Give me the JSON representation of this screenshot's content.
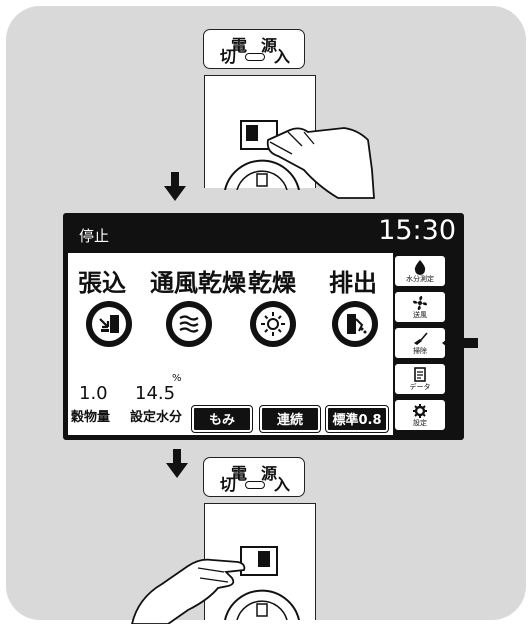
{
  "power_switch": {
    "title": "電源",
    "off_label": "切",
    "on_label": "入"
  },
  "screen": {
    "status": "停止",
    "time": "15:30",
    "modes": [
      {
        "label": "張込",
        "icon": "load-icon"
      },
      {
        "label": "通風乾燥",
        "icon": "ventilation-icon"
      },
      {
        "label": "乾燥",
        "icon": "sun-icon"
      },
      {
        "label": "排出",
        "icon": "discharge-icon"
      }
    ],
    "grain_amount": {
      "value": "1.0",
      "label": "穀物量"
    },
    "target_moisture": {
      "value": "14.5",
      "unit": "%",
      "label": "設定水分"
    },
    "buttons": [
      "もみ",
      "連続",
      "標準0.8"
    ],
    "side_buttons": [
      {
        "label": "水分測定",
        "icon": "droplet-icon"
      },
      {
        "label": "送風",
        "icon": "fan-icon"
      },
      {
        "label": "掃除",
        "icon": "broom-icon"
      },
      {
        "label": "データ",
        "icon": "document-icon"
      },
      {
        "label": "設定",
        "icon": "gear-icon"
      }
    ]
  }
}
